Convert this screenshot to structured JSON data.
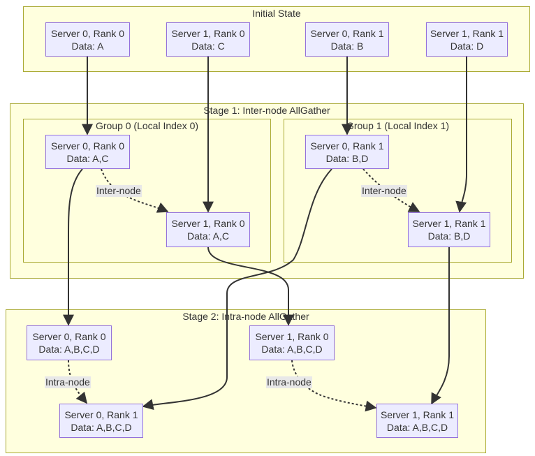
{
  "clusters": {
    "initial": "Initial State",
    "stage1": "Stage 1: Inter-node AllGather",
    "group0": "Group 0 (Local Index 0)",
    "group1": "Group 1 (Local Index 1)",
    "stage2": "Stage 2: Intra-node AllGather"
  },
  "nodes": {
    "init_s0r0": {
      "name": "Server 0, Rank 0",
      "data": "Data: A"
    },
    "init_s1r0": {
      "name": "Server 1, Rank 0",
      "data": "Data: C"
    },
    "init_s0r1": {
      "name": "Server 0, Rank 1",
      "data": "Data: B"
    },
    "init_s1r1": {
      "name": "Server 1, Rank 1",
      "data": "Data: D"
    },
    "g0_s0r0": {
      "name": "Server 0, Rank 0",
      "data": "Data: A,C"
    },
    "g0_s1r0": {
      "name": "Server 1, Rank 0",
      "data": "Data: A,C"
    },
    "g1_s0r1": {
      "name": "Server 0, Rank 1",
      "data": "Data: B,D"
    },
    "g1_s1r1": {
      "name": "Server 1, Rank 1",
      "data": "Data: B,D"
    },
    "f_s0r0": {
      "name": "Server 0, Rank 0",
      "data": "Data: A,B,C,D"
    },
    "f_s1r0": {
      "name": "Server 1, Rank 0",
      "data": "Data: A,B,C,D"
    },
    "f_s0r1": {
      "name": "Server 0, Rank 1",
      "data": "Data: A,B,C,D"
    },
    "f_s1r1": {
      "name": "Server 1, Rank 1",
      "data": "Data: A,B,C,D"
    }
  },
  "edge_labels": {
    "inter0": "Inter-node",
    "inter1": "Inter-node",
    "intra0": "Intra-node",
    "intra1": "Intra-node"
  },
  "colors": {
    "cluster_fill": "#ffffde",
    "cluster_border": "#aaaa33",
    "node_fill": "#ececff",
    "node_border": "#9370db",
    "edge": "#333333",
    "label_bg": "#e8e8e8"
  }
}
